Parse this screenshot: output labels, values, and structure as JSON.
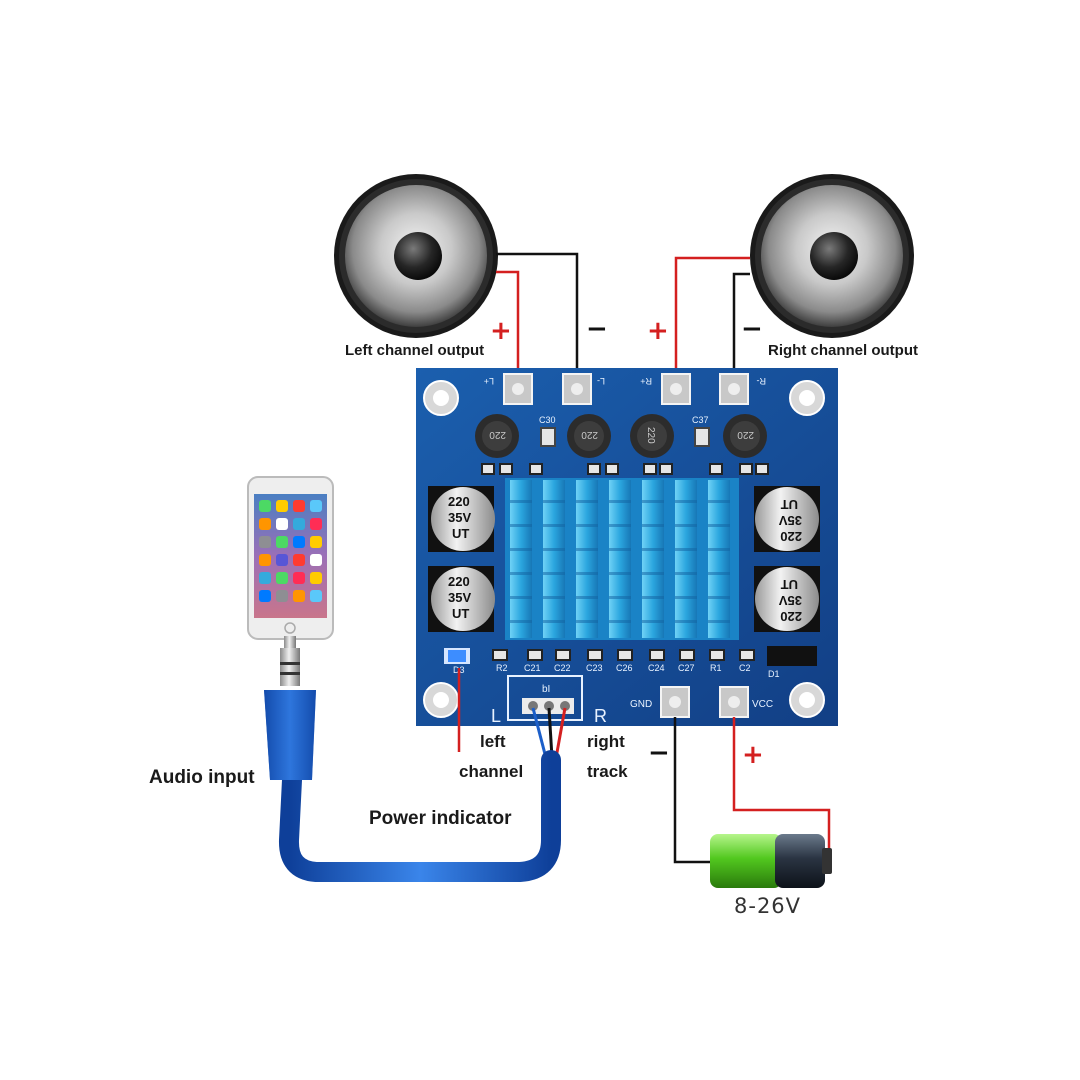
{
  "labels": {
    "left_channel_output": "Left channel output",
    "right_channel_output": "Right channel output",
    "audio_input": "Audio input",
    "power_indicator": "Power indicator",
    "left": "left",
    "channel": "channel",
    "right": "right",
    "track": "track",
    "battery_voltage": "8-26V"
  },
  "signs": {
    "left_plus": "+",
    "left_minus": "−",
    "right_plus": "+",
    "right_minus": "−",
    "supply_minus": "−",
    "supply_plus": "+"
  },
  "board": {
    "terminals_top": [
      "L+",
      "L-",
      "R+",
      "R-"
    ],
    "terminals_bottom": [
      "GND",
      "VCC"
    ],
    "input_side_L": "L",
    "input_side_R": "R",
    "capacitor_text": [
      "220",
      "35V",
      "UT"
    ],
    "inductor_text": "220",
    "smd_labels": [
      "R2",
      "C21",
      "C22",
      "C23",
      "C26",
      "C24",
      "C27",
      "R1",
      "C2"
    ],
    "misc_labels": [
      "C30",
      "C37",
      "D3",
      "D1"
    ]
  },
  "colors": {
    "board": "#1f63b4",
    "heatsink": "#38b8ea",
    "wire_red": "#d42020",
    "wire_black": "#111111",
    "cable_blue": "#1c5fc9",
    "battery_green": "#5bd12b"
  }
}
